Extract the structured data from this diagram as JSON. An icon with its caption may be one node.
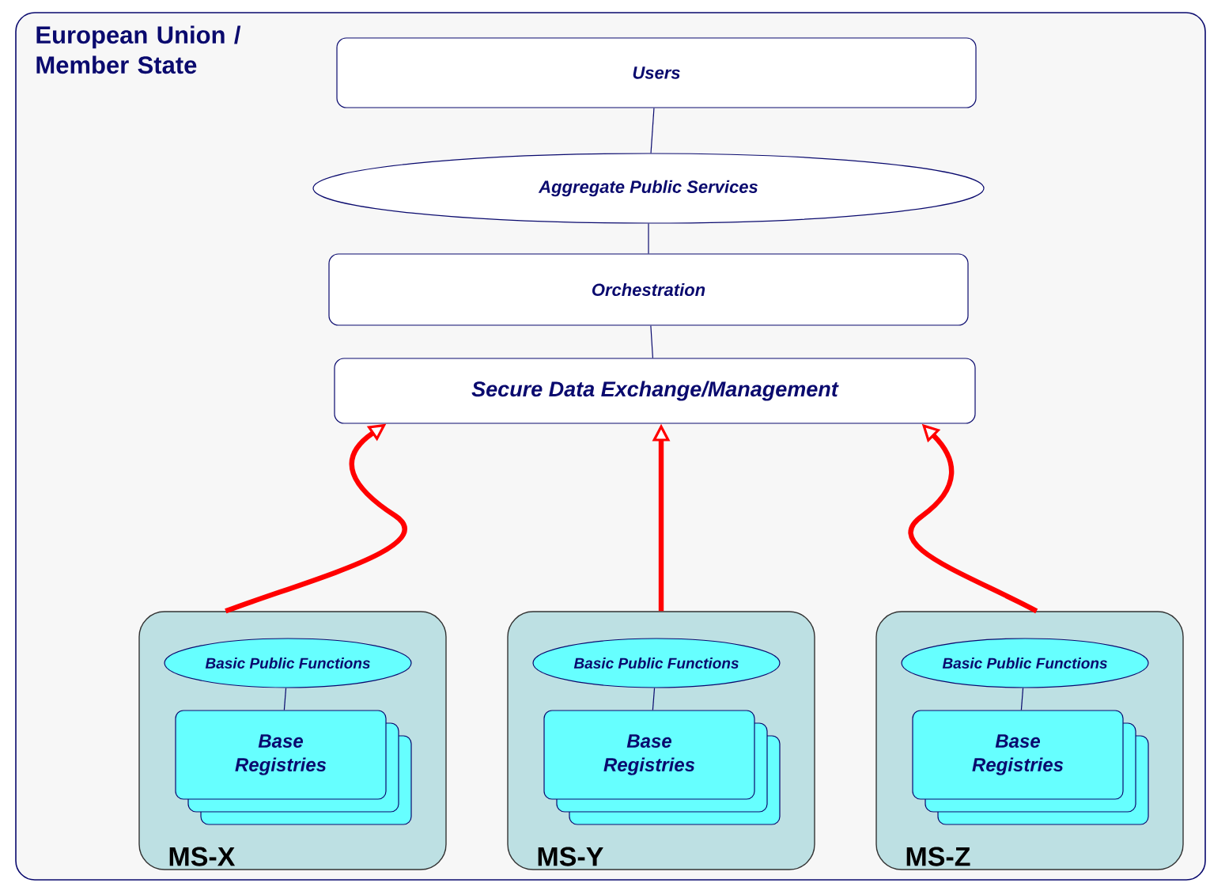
{
  "diagram": {
    "nodes": [
      {
        "text": [
          "European Union / Member State"
        ]
      },
      {
        "text": [
          "Users"
        ],
        "in": 0
      },
      {
        "text": [
          "Aggregate Public Services"
        ],
        "in": 0
      },
      {
        "text": [
          "Orchestration"
        ],
        "in": 0
      },
      {
        "text": [
          "Secure Data Exchange/Management"
        ],
        "in": 0
      },
      {
        "text": [
          "MS-X"
        ],
        "in": 0
      },
      {
        "text": [
          "Basic Public Functions"
        ],
        "in": 5
      },
      {
        "text": [
          "Base Registries"
        ],
        "in": 5
      },
      {
        "text": [
          "MS-Y"
        ],
        "in": 0
      },
      {
        "text": [
          "Basic Public Functions"
        ],
        "in": 8
      },
      {
        "text": [
          "Base Registries"
        ],
        "in": 8
      },
      {
        "text": [
          "MS-Z"
        ],
        "in": 0
      },
      {
        "text": [
          "Basic Public Functions"
        ],
        "in": 11
      },
      {
        "text": [
          "Base Registries"
        ],
        "in": 11
      }
    ],
    "edges": [
      {
        "from": 1,
        "to": 2,
        "arrow": "none"
      },
      {
        "from": 2,
        "to": 3,
        "arrow": "none"
      },
      {
        "from": 3,
        "to": 4,
        "arrow": "none"
      },
      {
        "from": 5,
        "to": 4,
        "arrow": "to",
        "style": "thick",
        "color": "#ff0000"
      },
      {
        "from": 8,
        "to": 4,
        "arrow": "to",
        "style": "thick",
        "color": "#ff0000"
      },
      {
        "from": 11,
        "to": 4,
        "arrow": "to",
        "style": "thick",
        "color": "#ff0000"
      },
      {
        "from": 6,
        "to": 7,
        "arrow": "none"
      },
      {
        "from": 9,
        "to": 10,
        "arrow": "none"
      },
      {
        "from": 12,
        "to": 13,
        "arrow": "none"
      }
    ]
  }
}
